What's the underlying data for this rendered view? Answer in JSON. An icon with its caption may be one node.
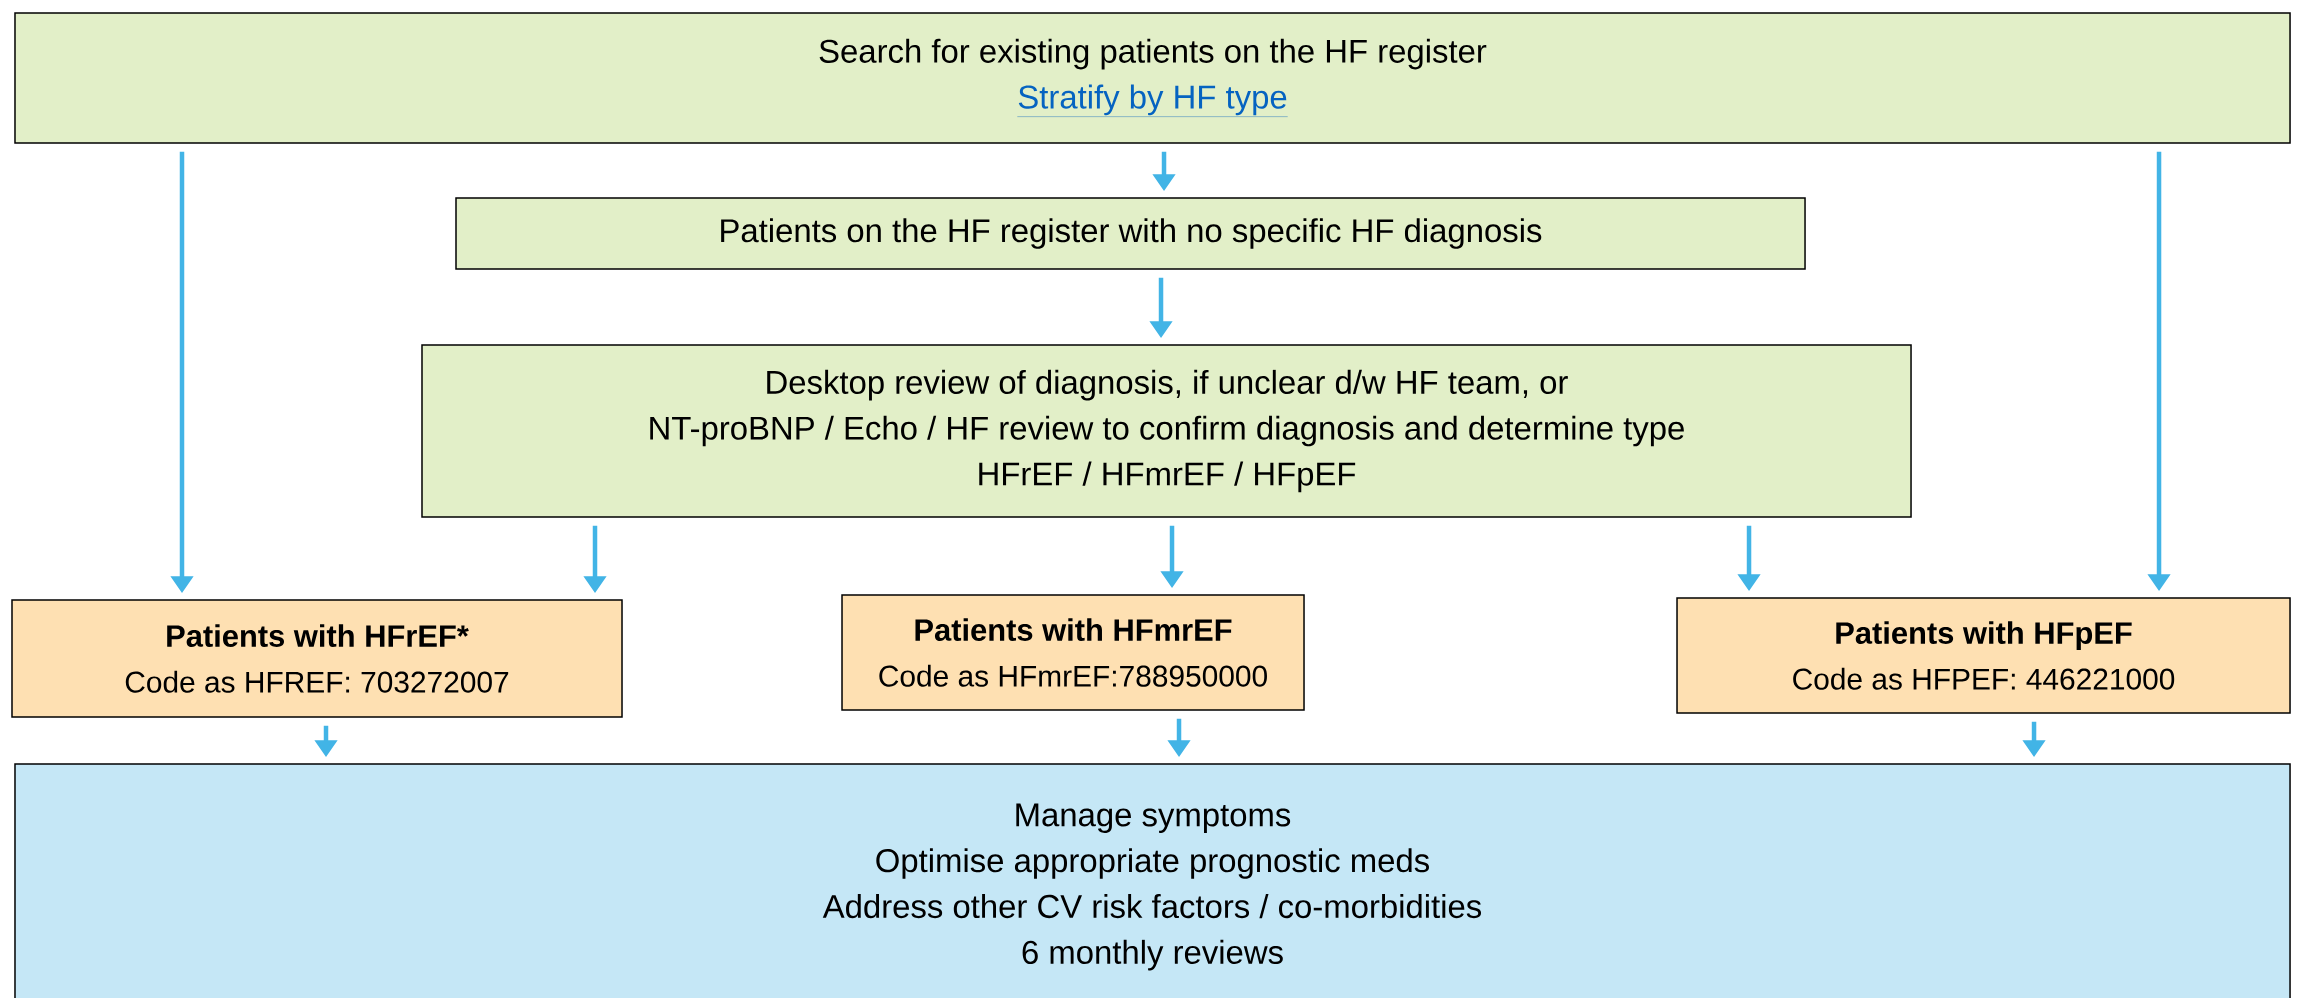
{
  "diagram": {
    "nodes": [
      {
        "text": [
          "Search for existing patients on the HF register",
          "Stratify by HF type"
        ]
      },
      {
        "text": [
          "Patients on the HF register with no specific HF diagnosis"
        ]
      },
      {
        "text": [
          "Desktop review of diagnosis, if unclear d/w HF team, or",
          "NT-proBNP / Echo / HF review to confirm diagnosis and determine type",
          "HFrEF / HFmrEF / HFpEF"
        ]
      },
      {
        "text": [
          "Patients with HFrEF*",
          "Code as HFREF: 703272007"
        ]
      },
      {
        "text": [
          "Patients with HFmrEF",
          "Code as HFmrEF:788950000"
        ]
      },
      {
        "text": [
          "Patients with HFpEF",
          "Code as HFPEF: 446221000"
        ]
      },
      {
        "text": [
          "Manage symptoms",
          "Optimise appropriate prognostic meds",
          "Address other CV risk factors / co-morbidities",
          "6 monthly reviews"
        ]
      }
    ],
    "edges": [
      {
        "from": 0,
        "to": 3,
        "arrow": "to"
      },
      {
        "from": 0,
        "to": 1,
        "arrow": "to"
      },
      {
        "from": 0,
        "to": 5,
        "arrow": "to"
      },
      {
        "from": 1,
        "to": 2,
        "arrow": "to"
      },
      {
        "from": 2,
        "to": 3,
        "arrow": "to"
      },
      {
        "from": 2,
        "to": 4,
        "arrow": "to"
      },
      {
        "from": 2,
        "to": 5,
        "arrow": "to"
      },
      {
        "from": 3,
        "to": 6,
        "arrow": "to"
      },
      {
        "from": 4,
        "to": 6,
        "arrow": "to"
      },
      {
        "from": 5,
        "to": 6,
        "arrow": "to"
      }
    ]
  }
}
